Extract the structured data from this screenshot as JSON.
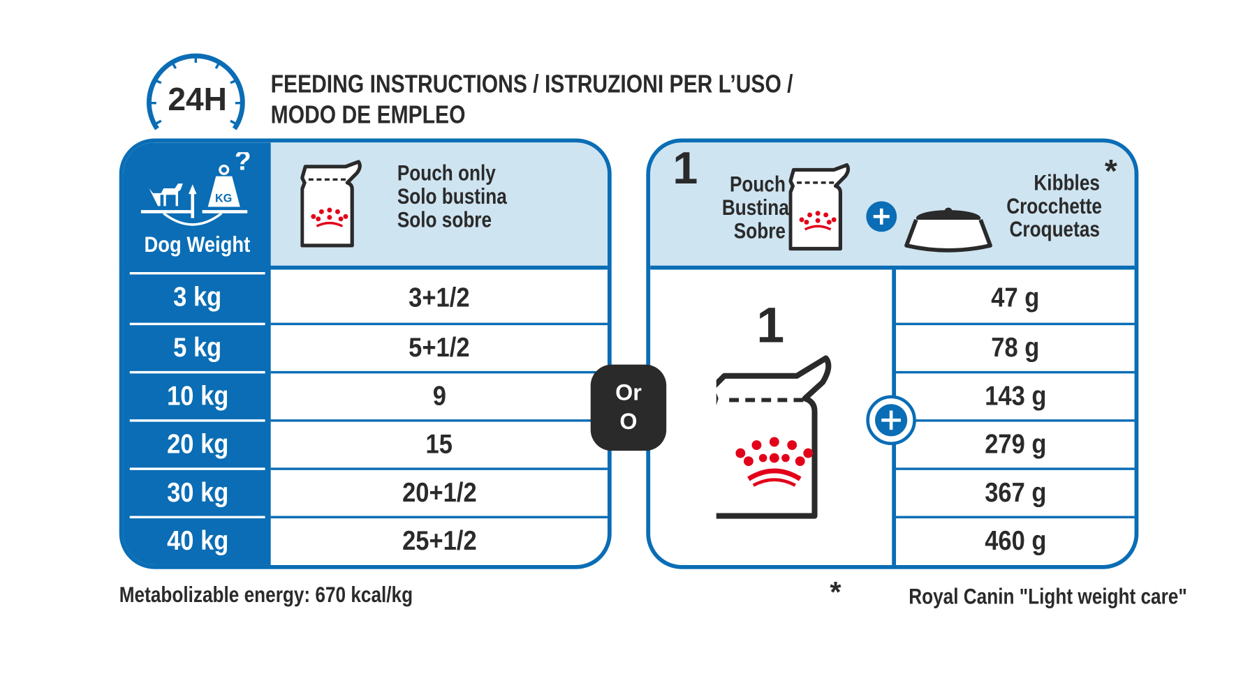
{
  "header": {
    "clock_label": "24H",
    "title_line1": "FEEDING INSTRUCTIONS / ISTRUZIONI PER L’USO /",
    "title_line2": "MODO DE EMPLEO"
  },
  "left_table": {
    "weight_header": "Dog Weight",
    "question_mark": "?",
    "kg_label": "KG",
    "pouch_header": [
      "Pouch only",
      "Solo bustina",
      "Solo sobre"
    ],
    "rows": [
      {
        "weight": "3 kg",
        "pouches": "3+1/2"
      },
      {
        "weight": "5 kg",
        "pouches": "5+1/2"
      },
      {
        "weight": "10 kg",
        "pouches": "9"
      },
      {
        "weight": "20 kg",
        "pouches": "15"
      },
      {
        "weight": "30 kg",
        "pouches": "20+1/2"
      },
      {
        "weight": "40 kg",
        "pouches": "25+1/2"
      }
    ]
  },
  "or_badge": {
    "line1": "Or",
    "line2": "O"
  },
  "right_table": {
    "pouch_count": "1",
    "pouch_header": [
      "Pouch",
      "Bustina",
      "Sobre"
    ],
    "kibbles_header": [
      "Kibbles",
      "Crocchette",
      "Croquetas"
    ],
    "asterisk": "*",
    "pouch_big_count": "1",
    "kibbles": [
      "47 g",
      "78 g",
      "143 g",
      "279 g",
      "367 g",
      "460 g"
    ]
  },
  "footer": {
    "energy": "Metabolizable energy: 670 kcal/kg",
    "footnote_mark": "*",
    "footnote": "Royal Canin \"Light weight care\""
  },
  "colors": {
    "blue": "#0a6db5",
    "light_blue": "#cfe4f1",
    "dark": "#2a2a2a",
    "red": "#e2001a"
  }
}
